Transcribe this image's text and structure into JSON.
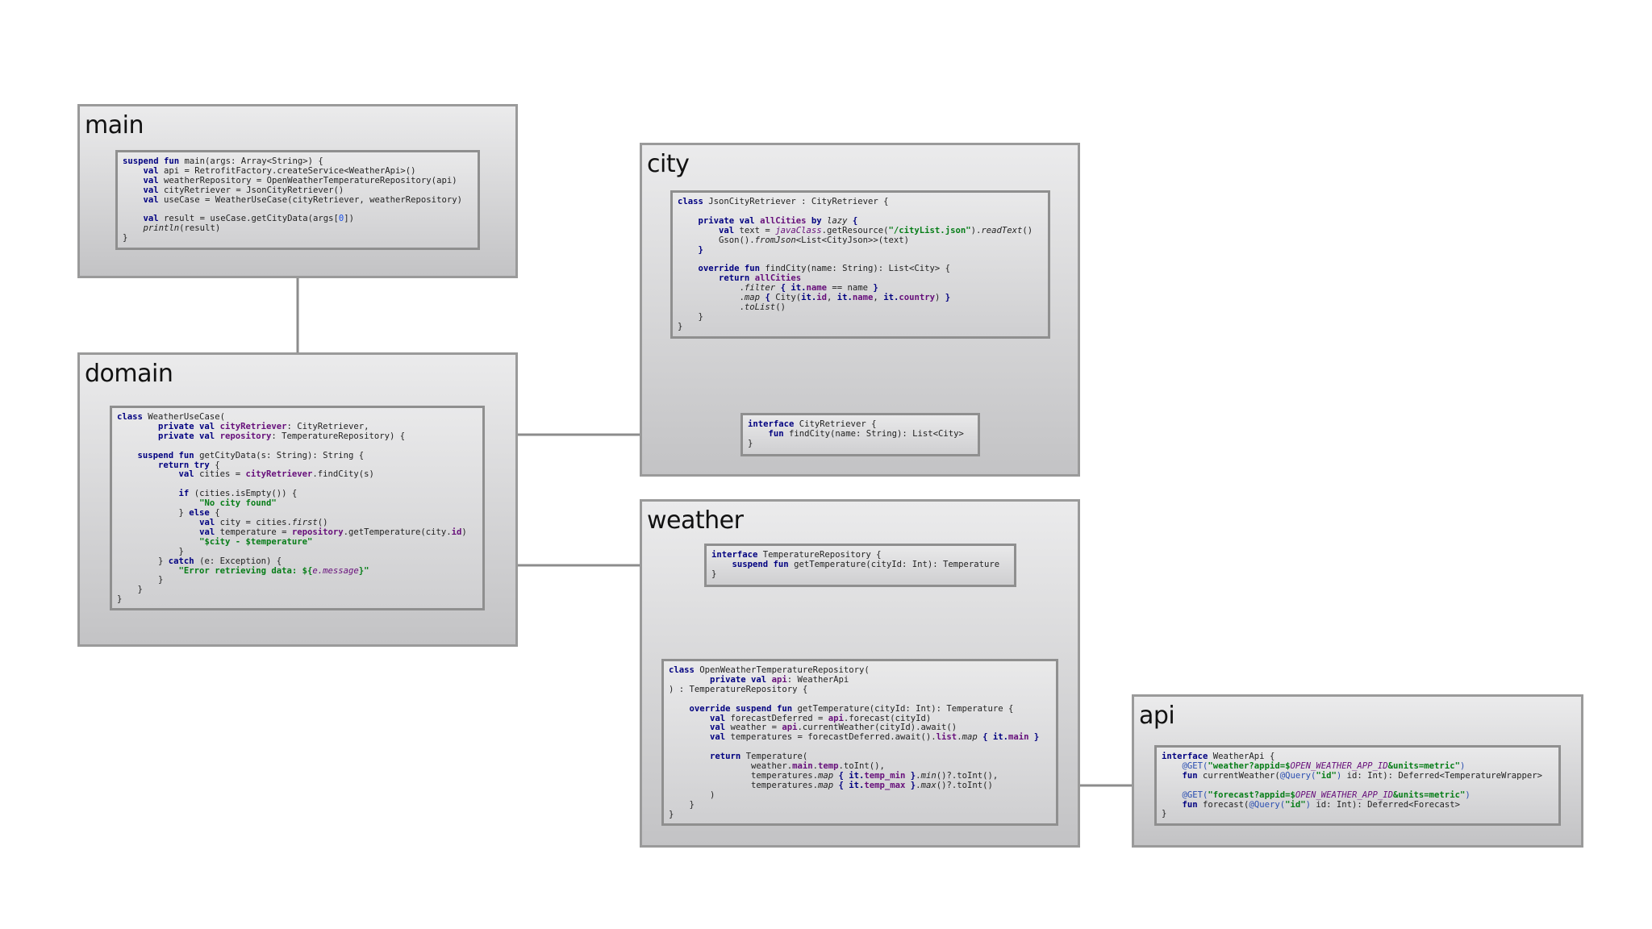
{
  "modules": {
    "main": {
      "title": "main"
    },
    "domain": {
      "title": "domain"
    },
    "city": {
      "title": "city"
    },
    "weather": {
      "title": "weather"
    },
    "api": {
      "title": "api"
    }
  },
  "code": {
    "main_fn": [
      [
        [
          "kw",
          "suspend fun "
        ],
        [
          "t",
          "main(args: Array<String>) {"
        ]
      ],
      [
        [
          "t",
          "    "
        ],
        [
          "kw",
          "val "
        ],
        [
          "t",
          "api = RetrofitFactory.createService<WeatherApi>()"
        ]
      ],
      [
        [
          "t",
          "    "
        ],
        [
          "kw",
          "val "
        ],
        [
          "t",
          "weatherRepository = OpenWeatherTemperatureRepository(api)"
        ]
      ],
      [
        [
          "t",
          "    "
        ],
        [
          "kw",
          "val "
        ],
        [
          "t",
          "cityRetriever = JsonCityRetriever()"
        ]
      ],
      [
        [
          "t",
          "    "
        ],
        [
          "kw",
          "val "
        ],
        [
          "t",
          "useCase = WeatherUseCase(cityRetriever, weatherRepository)"
        ]
      ],
      [
        [
          "t",
          ""
        ]
      ],
      [
        [
          "t",
          "    "
        ],
        [
          "kw",
          "val "
        ],
        [
          "t",
          "result = useCase.getCityData(args["
        ],
        [
          "num",
          "0"
        ],
        [
          "t",
          "])"
        ]
      ],
      [
        [
          "t",
          "    "
        ],
        [
          "it",
          "println"
        ],
        [
          "t",
          "(result)"
        ]
      ],
      [
        [
          "t",
          "}"
        ]
      ]
    ],
    "weather_use_case": [
      [
        [
          "kw",
          "class "
        ],
        [
          "t",
          "WeatherUseCase("
        ]
      ],
      [
        [
          "t",
          "        "
        ],
        [
          "kw",
          "private val "
        ],
        [
          "fld",
          "cityRetriever"
        ],
        [
          "t",
          ": CityRetriever,"
        ]
      ],
      [
        [
          "t",
          "        "
        ],
        [
          "kw",
          "private val "
        ],
        [
          "fld",
          "repository"
        ],
        [
          "t",
          ": TemperatureRepository) {"
        ]
      ],
      [
        [
          "t",
          ""
        ]
      ],
      [
        [
          "t",
          "    "
        ],
        [
          "kw",
          "suspend fun "
        ],
        [
          "t",
          "getCityData(s: String): String {"
        ]
      ],
      [
        [
          "t",
          "        "
        ],
        [
          "kw",
          "return try "
        ],
        [
          "t",
          "{"
        ]
      ],
      [
        [
          "t",
          "            "
        ],
        [
          "kw",
          "val "
        ],
        [
          "t",
          "cities = "
        ],
        [
          "fld",
          "cityRetriever"
        ],
        [
          "t",
          ".findCity(s)"
        ]
      ],
      [
        [
          "t",
          ""
        ]
      ],
      [
        [
          "t",
          "            "
        ],
        [
          "kw",
          "if "
        ],
        [
          "t",
          "(cities.isEmpty()) {"
        ]
      ],
      [
        [
          "t",
          "                "
        ],
        [
          "str",
          "\"No city found\""
        ]
      ],
      [
        [
          "t",
          "            } "
        ],
        [
          "kw",
          "else "
        ],
        [
          "t",
          "{"
        ]
      ],
      [
        [
          "t",
          "                "
        ],
        [
          "kw",
          "val "
        ],
        [
          "t",
          "city = cities."
        ],
        [
          "it",
          "first"
        ],
        [
          "t",
          "()"
        ]
      ],
      [
        [
          "t",
          "                "
        ],
        [
          "kw",
          "val "
        ],
        [
          "t",
          "temperature = "
        ],
        [
          "fld",
          "repository"
        ],
        [
          "t",
          ".getTemperature(city."
        ],
        [
          "fld",
          "id"
        ],
        [
          "t",
          ")"
        ]
      ],
      [
        [
          "t",
          "                "
        ],
        [
          "str",
          "\"$city - $temperature\""
        ]
      ],
      [
        [
          "t",
          "            }"
        ]
      ],
      [
        [
          "t",
          "        } "
        ],
        [
          "kw",
          "catch "
        ],
        [
          "t",
          "(e: Exception) {"
        ]
      ],
      [
        [
          "t",
          "            "
        ],
        [
          "str",
          "\"Error retrieving data: ${"
        ],
        [
          "tpl",
          "e.message"
        ],
        [
          "str",
          "}\""
        ]
      ],
      [
        [
          "t",
          "        }"
        ]
      ],
      [
        [
          "t",
          "    }"
        ]
      ],
      [
        [
          "t",
          "}"
        ]
      ]
    ],
    "json_city_retriever": [
      [
        [
          "kw",
          "class "
        ],
        [
          "t",
          "JsonCityRetriever : CityRetriever {"
        ]
      ],
      [
        [
          "t",
          ""
        ]
      ],
      [
        [
          "t",
          "    "
        ],
        [
          "kw",
          "private val "
        ],
        [
          "fld",
          "allCities "
        ],
        [
          "kw",
          "by "
        ],
        [
          "it",
          "lazy "
        ],
        [
          "kw",
          "{"
        ]
      ],
      [
        [
          "t",
          "        "
        ],
        [
          "kw",
          "val "
        ],
        [
          "t",
          "text = "
        ],
        [
          "tpl",
          "javaClass"
        ],
        [
          "t",
          ".getResource("
        ],
        [
          "str",
          "\"/cityList.json\""
        ],
        [
          "t",
          ")."
        ],
        [
          "it",
          "readText"
        ],
        [
          "t",
          "()"
        ]
      ],
      [
        [
          "t",
          "        Gson()."
        ],
        [
          "it",
          "fromJson"
        ],
        [
          "t",
          "<List<CityJson>>(text)"
        ]
      ],
      [
        [
          "t",
          "    "
        ],
        [
          "kw",
          "}"
        ]
      ],
      [
        [
          "t",
          ""
        ]
      ],
      [
        [
          "t",
          "    "
        ],
        [
          "kw",
          "override fun "
        ],
        [
          "t",
          "findCity(name: String): List<City> {"
        ]
      ],
      [
        [
          "t",
          "        "
        ],
        [
          "kw",
          "return "
        ],
        [
          "fld",
          "allCities"
        ]
      ],
      [
        [
          "t",
          "            ."
        ],
        [
          "it",
          "filter "
        ],
        [
          "kw",
          "{ it."
        ],
        [
          "fld",
          "name "
        ],
        [
          "t",
          "== name "
        ],
        [
          "kw",
          "}"
        ]
      ],
      [
        [
          "t",
          "            ."
        ],
        [
          "it",
          "map "
        ],
        [
          "kw",
          "{ "
        ],
        [
          "t",
          "City("
        ],
        [
          "kw",
          "it."
        ],
        [
          "fld",
          "id"
        ],
        [
          "t",
          ", "
        ],
        [
          "kw",
          "it."
        ],
        [
          "fld",
          "name"
        ],
        [
          "t",
          ", "
        ],
        [
          "kw",
          "it."
        ],
        [
          "fld",
          "country"
        ],
        [
          "t",
          ") "
        ],
        [
          "kw",
          "}"
        ]
      ],
      [
        [
          "t",
          "            ."
        ],
        [
          "it",
          "toList"
        ],
        [
          "t",
          "()"
        ]
      ],
      [
        [
          "t",
          "    }"
        ]
      ],
      [
        [
          "t",
          "}"
        ]
      ]
    ],
    "city_retriever": [
      [
        [
          "kw",
          "interface "
        ],
        [
          "t",
          "CityRetriever {"
        ]
      ],
      [
        [
          "t",
          "    "
        ],
        [
          "kw",
          "fun "
        ],
        [
          "t",
          "findCity(name: String): List<City>"
        ]
      ],
      [
        [
          "t",
          "}"
        ]
      ]
    ],
    "temperature_repository": [
      [
        [
          "kw",
          "interface "
        ],
        [
          "t",
          "TemperatureRepository {"
        ]
      ],
      [
        [
          "t",
          "    "
        ],
        [
          "kw",
          "suspend fun "
        ],
        [
          "t",
          "getTemperature(cityId: Int): Temperature"
        ]
      ],
      [
        [
          "t",
          "}"
        ]
      ]
    ],
    "open_weather_repository": [
      [
        [
          "kw",
          "class "
        ],
        [
          "t",
          "OpenWeatherTemperatureRepository("
        ]
      ],
      [
        [
          "t",
          "        "
        ],
        [
          "kw",
          "private val "
        ],
        [
          "fld",
          "api"
        ],
        [
          "t",
          ": WeatherApi"
        ]
      ],
      [
        [
          "t",
          ") : TemperatureRepository {"
        ]
      ],
      [
        [
          "t",
          ""
        ]
      ],
      [
        [
          "t",
          "    "
        ],
        [
          "kw",
          "override suspend fun "
        ],
        [
          "t",
          "getTemperature(cityId: Int): Temperature {"
        ]
      ],
      [
        [
          "t",
          "        "
        ],
        [
          "kw",
          "val "
        ],
        [
          "t",
          "forecastDeferred = "
        ],
        [
          "fld",
          "api"
        ],
        [
          "t",
          ".forecast(cityId)"
        ]
      ],
      [
        [
          "t",
          "        "
        ],
        [
          "kw",
          "val "
        ],
        [
          "t",
          "weather = "
        ],
        [
          "fld",
          "api"
        ],
        [
          "t",
          ".currentWeather(cityId).await()"
        ]
      ],
      [
        [
          "t",
          "        "
        ],
        [
          "kw",
          "val "
        ],
        [
          "t",
          "temperatures = forecastDeferred.await()."
        ],
        [
          "fld",
          "list"
        ],
        [
          "t",
          "."
        ],
        [
          "it",
          "map "
        ],
        [
          "kw",
          "{ it."
        ],
        [
          "fld",
          "main "
        ],
        [
          "kw",
          "}"
        ]
      ],
      [
        [
          "t",
          ""
        ]
      ],
      [
        [
          "t",
          "        "
        ],
        [
          "kw",
          "return "
        ],
        [
          "t",
          "Temperature("
        ]
      ],
      [
        [
          "t",
          "                weather."
        ],
        [
          "fld",
          "main"
        ],
        [
          "t",
          "."
        ],
        [
          "fld",
          "temp"
        ],
        [
          "t",
          ".toInt(),"
        ]
      ],
      [
        [
          "t",
          "                temperatures."
        ],
        [
          "it",
          "map "
        ],
        [
          "kw",
          "{ it."
        ],
        [
          "fld",
          "temp_min "
        ],
        [
          "kw",
          "}"
        ],
        [
          "t",
          "."
        ],
        [
          "it",
          "min"
        ],
        [
          "t",
          "()?.toInt(),"
        ]
      ],
      [
        [
          "t",
          "                temperatures."
        ],
        [
          "it",
          "map "
        ],
        [
          "kw",
          "{ it."
        ],
        [
          "fld",
          "temp_max "
        ],
        [
          "kw",
          "}"
        ],
        [
          "t",
          "."
        ],
        [
          "it",
          "max"
        ],
        [
          "t",
          "()?.toInt()"
        ]
      ],
      [
        [
          "t",
          "        )"
        ]
      ],
      [
        [
          "t",
          "    }"
        ]
      ],
      [
        [
          "t",
          "}"
        ]
      ]
    ],
    "weather_api": [
      [
        [
          "kw",
          "interface "
        ],
        [
          "t",
          "WeatherApi {"
        ]
      ],
      [
        [
          "t",
          "    "
        ],
        [
          "ann",
          "@GET("
        ],
        [
          "str",
          "\"weather?appid=$"
        ],
        [
          "tpl",
          "OPEN_WEATHER_APP_ID"
        ],
        [
          "str",
          "&units=metric\""
        ],
        [
          "ann",
          ")"
        ]
      ],
      [
        [
          "t",
          "    "
        ],
        [
          "kw",
          "fun "
        ],
        [
          "t",
          "currentWeather("
        ],
        [
          "ann",
          "@Query("
        ],
        [
          "str",
          "\"id\""
        ],
        [
          "ann",
          ")"
        ],
        [
          "t",
          " id: Int): Deferred<TemperatureWrapper>"
        ]
      ],
      [
        [
          "t",
          ""
        ]
      ],
      [
        [
          "t",
          "    "
        ],
        [
          "ann",
          "@GET("
        ],
        [
          "str",
          "\"forecast?appid=$"
        ],
        [
          "tpl",
          "OPEN_WEATHER_APP_ID"
        ],
        [
          "str",
          "&units=metric\""
        ],
        [
          "ann",
          ")"
        ]
      ],
      [
        [
          "t",
          "    "
        ],
        [
          "kw",
          "fun "
        ],
        [
          "t",
          "forecast("
        ],
        [
          "ann",
          "@Query("
        ],
        [
          "str",
          "\"id\""
        ],
        [
          "ann",
          ")"
        ],
        [
          "t",
          " id: Int): Deferred<Forecast>"
        ]
      ],
      [
        [
          "t",
          "}"
        ]
      ]
    ]
  }
}
